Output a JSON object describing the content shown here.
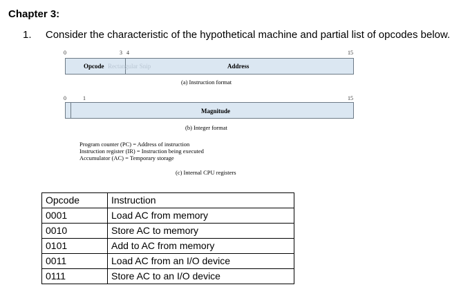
{
  "heading": "Chapter 3:",
  "question": {
    "number": "1.",
    "text": "Consider the characteristic of the hypothetical machine and partial list of opcodes below."
  },
  "figure": {
    "instruction_format": {
      "bit_labels": [
        "0",
        "3",
        "4",
        "15"
      ],
      "fields": [
        "Opcode",
        "Address"
      ],
      "snip_overlay": "Rectangular Snip",
      "caption": "(a) Instruction format"
    },
    "integer_format": {
      "bit_labels": [
        "0",
        "1",
        "15"
      ],
      "fields": [
        "Magnitude"
      ],
      "caption": "(b) Integer format"
    },
    "registers": {
      "lines": [
        "Program counter (PC) = Address of instruction",
        "Instruction register (IR) = Instruction being executed",
        "Accumulator (AC) = Temporary storage"
      ],
      "caption": "(c) Internal CPU registers"
    }
  },
  "opcode_table": {
    "headers": [
      "Opcode",
      "Instruction"
    ],
    "rows": [
      [
        "0001",
        "Load AC from memory"
      ],
      [
        "0010",
        "Store AC to memory"
      ],
      [
        "0101",
        "Add to AC from memory"
      ],
      [
        "0011",
        "Load AC from an I/O device"
      ],
      [
        "0111",
        "Store AC to an I/O device"
      ]
    ]
  }
}
